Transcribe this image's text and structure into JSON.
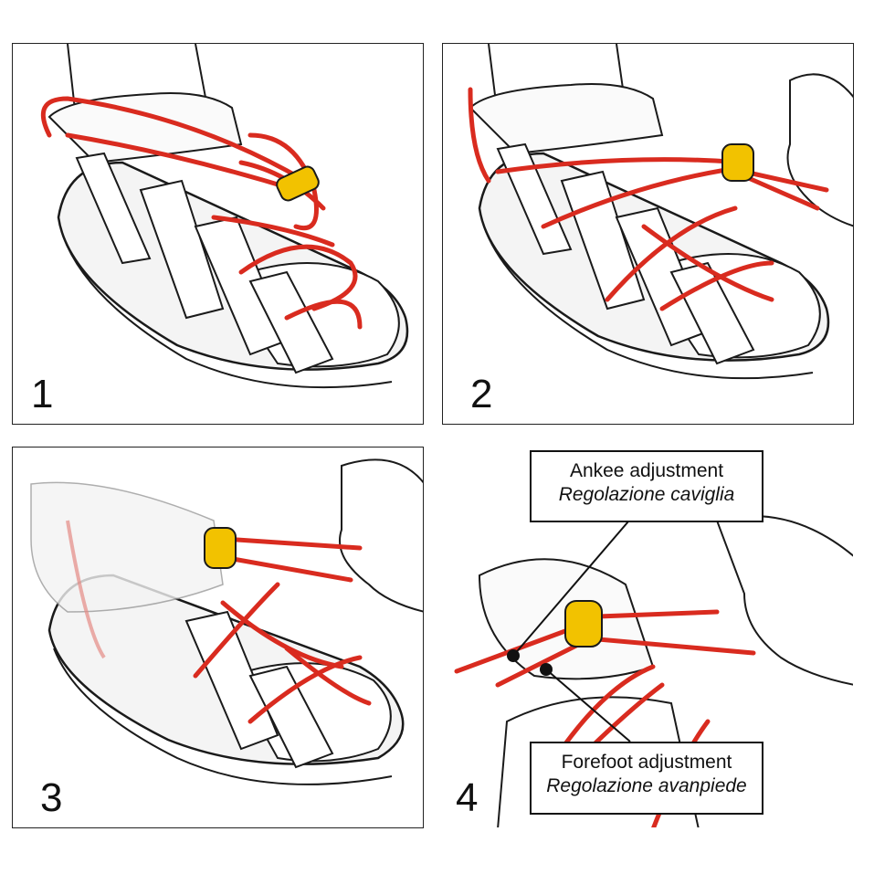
{
  "colors": {
    "lace": "#d92b1f",
    "toggle": "#f2c200",
    "ink": "#1a1a1a",
    "sole": "#e9e9e9"
  },
  "steps": [
    {
      "number": "1"
    },
    {
      "number": "2"
    },
    {
      "number": "3"
    },
    {
      "number": "4"
    }
  ],
  "callouts": {
    "ankle": {
      "label": "Ankee adjustment",
      "label_it": "Regolazione caviglia"
    },
    "forefoot": {
      "label": "Forefoot adjustment",
      "label_it": "Regolazione avanpiede"
    }
  }
}
